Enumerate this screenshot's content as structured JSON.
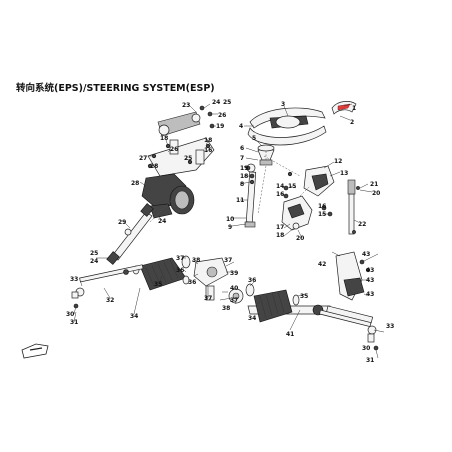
{
  "title": "转向系统(EPS)/STEERING SYSTEM(ESP)",
  "callouts": [
    "1",
    "2",
    "3",
    "4",
    "5",
    "6",
    "7",
    "8",
    "9",
    "10",
    "11",
    "12",
    "13",
    "14",
    "15",
    "16",
    "17",
    "18",
    "19",
    "20",
    "21",
    "22",
    "23",
    "24",
    "25",
    "26",
    "27",
    "28",
    "29",
    "30",
    "31",
    "32",
    "33",
    "34",
    "35",
    "36",
    "37",
    "38",
    "39",
    "40",
    "41",
    "42",
    "43"
  ],
  "colors": {
    "line": "#222222",
    "dark_part": "#444444",
    "mid_part": "#bdbdbd",
    "highlight": "#e23b3b"
  },
  "icons": [
    "front-direction-arrow-icon"
  ]
}
